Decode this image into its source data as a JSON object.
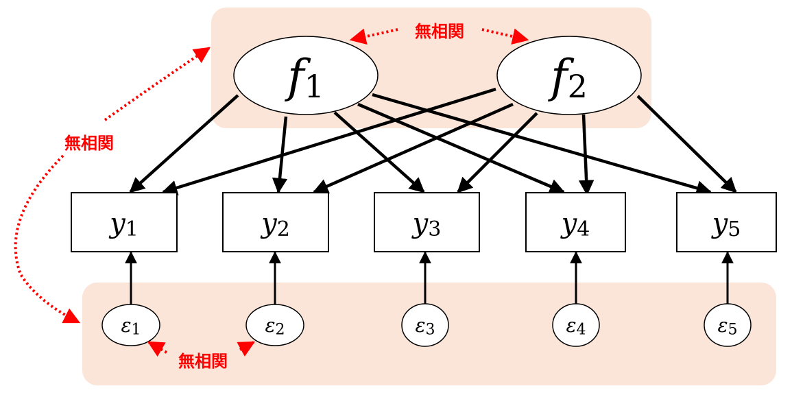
{
  "colors": {
    "region_fill": "#fae5d8",
    "edge": "#000000",
    "annotation": "#ff0000",
    "node_fill": "#ffffff"
  },
  "factors": [
    {
      "id": "f1",
      "symbol": "f",
      "sub": "1"
    },
    {
      "id": "f2",
      "symbol": "f",
      "sub": "2"
    }
  ],
  "observed": [
    {
      "id": "y1",
      "symbol": "y",
      "sub": "1"
    },
    {
      "id": "y2",
      "symbol": "y",
      "sub": "2"
    },
    {
      "id": "y3",
      "symbol": "y",
      "sub": "3"
    },
    {
      "id": "y4",
      "symbol": "y",
      "sub": "4"
    },
    {
      "id": "y5",
      "symbol": "y",
      "sub": "5"
    }
  ],
  "errors": [
    {
      "id": "e1",
      "symbol": "ε",
      "sub": "1"
    },
    {
      "id": "e2",
      "symbol": "ε",
      "sub": "2"
    },
    {
      "id": "e3",
      "symbol": "ε",
      "sub": "3"
    },
    {
      "id": "e4",
      "symbol": "ε",
      "sub": "4"
    },
    {
      "id": "e5",
      "symbol": "ε",
      "sub": "5"
    }
  ],
  "loadings": [
    {
      "from": "f1",
      "to": "y1"
    },
    {
      "from": "f1",
      "to": "y2"
    },
    {
      "from": "f1",
      "to": "y3"
    },
    {
      "from": "f1",
      "to": "y4"
    },
    {
      "from": "f1",
      "to": "y5"
    },
    {
      "from": "f2",
      "to": "y1"
    },
    {
      "from": "f2",
      "to": "y2"
    },
    {
      "from": "f2",
      "to": "y3"
    },
    {
      "from": "f2",
      "to": "y4"
    },
    {
      "from": "f2",
      "to": "y5"
    }
  ],
  "error_paths": [
    {
      "from": "e1",
      "to": "y1"
    },
    {
      "from": "e2",
      "to": "y2"
    },
    {
      "from": "e3",
      "to": "y3"
    },
    {
      "from": "e4",
      "to": "y4"
    },
    {
      "from": "e5",
      "to": "y5"
    }
  ],
  "annotations": {
    "factors_uncorrelated": "無相関",
    "factor_error_uncorrelated": "無相関",
    "errors_uncorrelated": "無相関"
  }
}
